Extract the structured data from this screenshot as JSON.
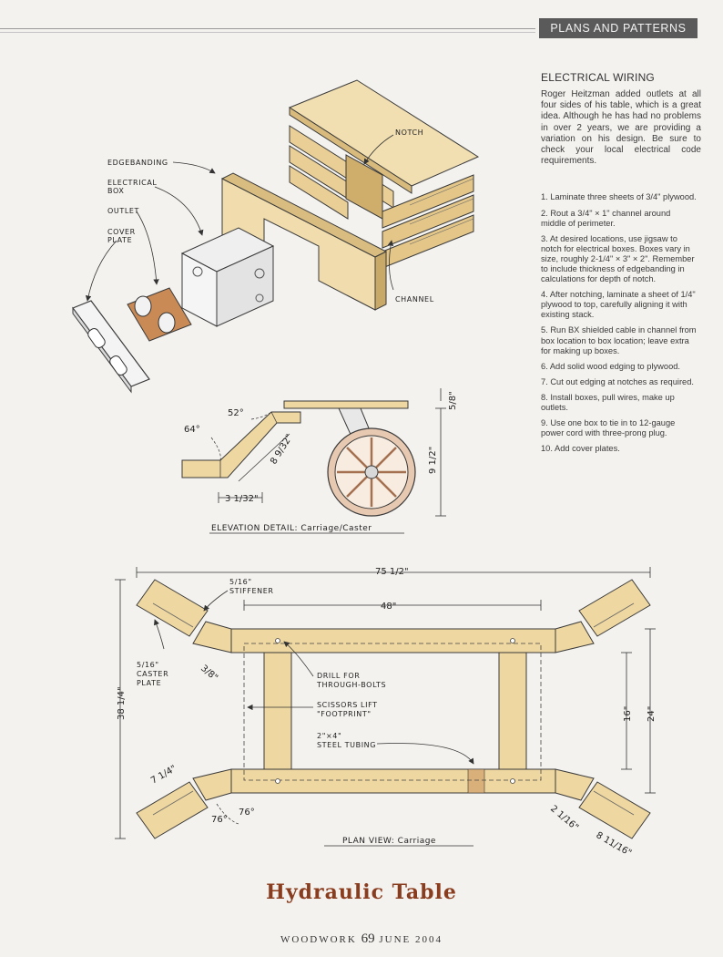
{
  "header": {
    "section_tab": "PLANS AND PATTERNS"
  },
  "sidebar": {
    "title": "ELECTRICAL WIRING",
    "intro": "Roger Heitzman added outlets at all four sides of his table, which is a great idea. Although he has had no problems in over 2 years, we are providing a variation on his design. Be sure to check your local electrical code requirements.",
    "steps": [
      "1. Laminate three sheets of 3/4\" plywood.",
      "2. Rout a 3/4\" × 1\" channel around middle of perimeter.",
      "3. At desired locations, use jigsaw to notch for electrical boxes. Boxes vary in size, roughly 2-1/4\" × 3\" × 2\". Remember to include thickness of edgebanding in calculations for depth of notch.",
      "4. After notching, laminate a sheet of 1/4\" plywood to top, carefully aligning it with existing stack.",
      "5. Run BX shielded cable in channel from box location to box location; leave extra for making up boxes.",
      "6. Add solid wood edging to plywood.",
      "7. Cut out edging at notches as required.",
      "8. Install boxes, pull wires, make up outlets.",
      "9. Use one box to tie in to 12-gauge power cord with three-prong plug.",
      "10. Add cover plates."
    ]
  },
  "wiring_drawing": {
    "labels": {
      "edgebanding": "EDGEBANDING",
      "electrical_box_1": "ELECTRICAL",
      "electrical_box_2": "BOX",
      "outlet": "OUTLET",
      "cover_plate_1": "COVER",
      "cover_plate_2": "PLATE",
      "notch": "NOTCH",
      "channel": "CHANNEL"
    }
  },
  "elevation_detail": {
    "caption": "ELEVATION DETAIL: Carriage/Caster",
    "dims": {
      "angle_top": "52°",
      "angle_left": "64°",
      "diag": "8 9/32\"",
      "bottom": "3 1/32\"",
      "height": "9 1/2\"",
      "top_plate": "5/8\""
    }
  },
  "plan_view": {
    "caption": "PLAN VIEW: Carriage",
    "dims": {
      "overall_length": "75 1/2\"",
      "inner_length": "48\"",
      "overall_width": "38 1/4\"",
      "inner_width_a": "16\"",
      "inner_width_b": "24\"",
      "offset": "3/8\"",
      "leg_a": "7 1/4\"",
      "angle_a": "76°",
      "angle_b": "76°",
      "leg_b": "2 1/16\"",
      "leg_c": "8 11/16\""
    },
    "labels": {
      "stiffener_1": "5/16\"",
      "stiffener_2": "STIFFENER",
      "caster_plate_1": "5/16\"",
      "caster_plate_2": "CASTER",
      "caster_plate_3": "PLATE",
      "drill_1": "DRILL FOR",
      "drill_2": "THROUGH-BOLTS",
      "scissors_1": "SCISSORS LIFT",
      "scissors_2": "\"FOOTPRINT\"",
      "tubing_1": "2\"×4\"",
      "tubing_2": "STEEL TUBING"
    }
  },
  "title": "Hydraulic Table",
  "footer": {
    "magazine": "WOODWORK",
    "page_number": "69",
    "issue": "JUNE 2004"
  },
  "colors": {
    "wood": "#eed7a0",
    "wood_edge": "#c9a968",
    "tab_bg": "#5a5a5a",
    "title": "#8a3d1e",
    "outline": "#3a3a3a"
  }
}
